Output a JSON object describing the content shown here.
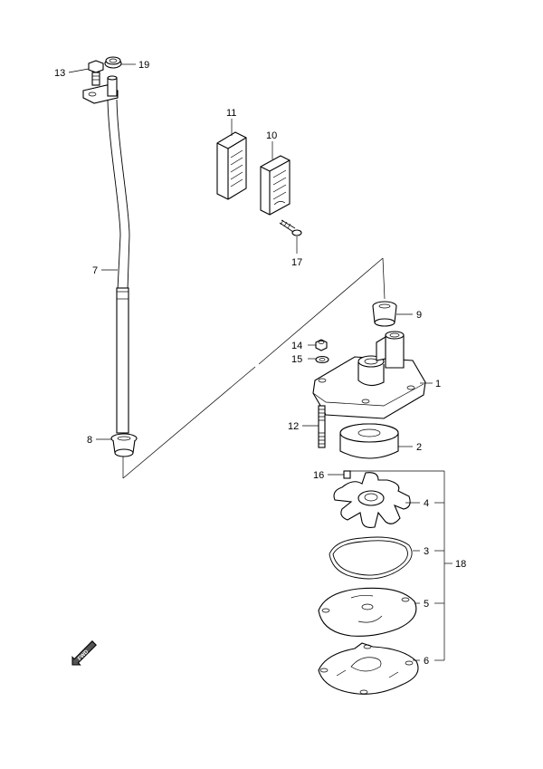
{
  "callouts": {
    "c1": "1",
    "c2": "2",
    "c3": "3",
    "c4": "4",
    "c5": "5",
    "c6": "6",
    "c7": "7",
    "c8": "8",
    "c9": "9",
    "c10": "10",
    "c11": "11",
    "c12": "12",
    "c13": "13",
    "c14": "14",
    "c15": "15",
    "c16": "16",
    "c17": "17",
    "c18": "18",
    "c19": "19"
  },
  "fwd_mark": "FWD"
}
